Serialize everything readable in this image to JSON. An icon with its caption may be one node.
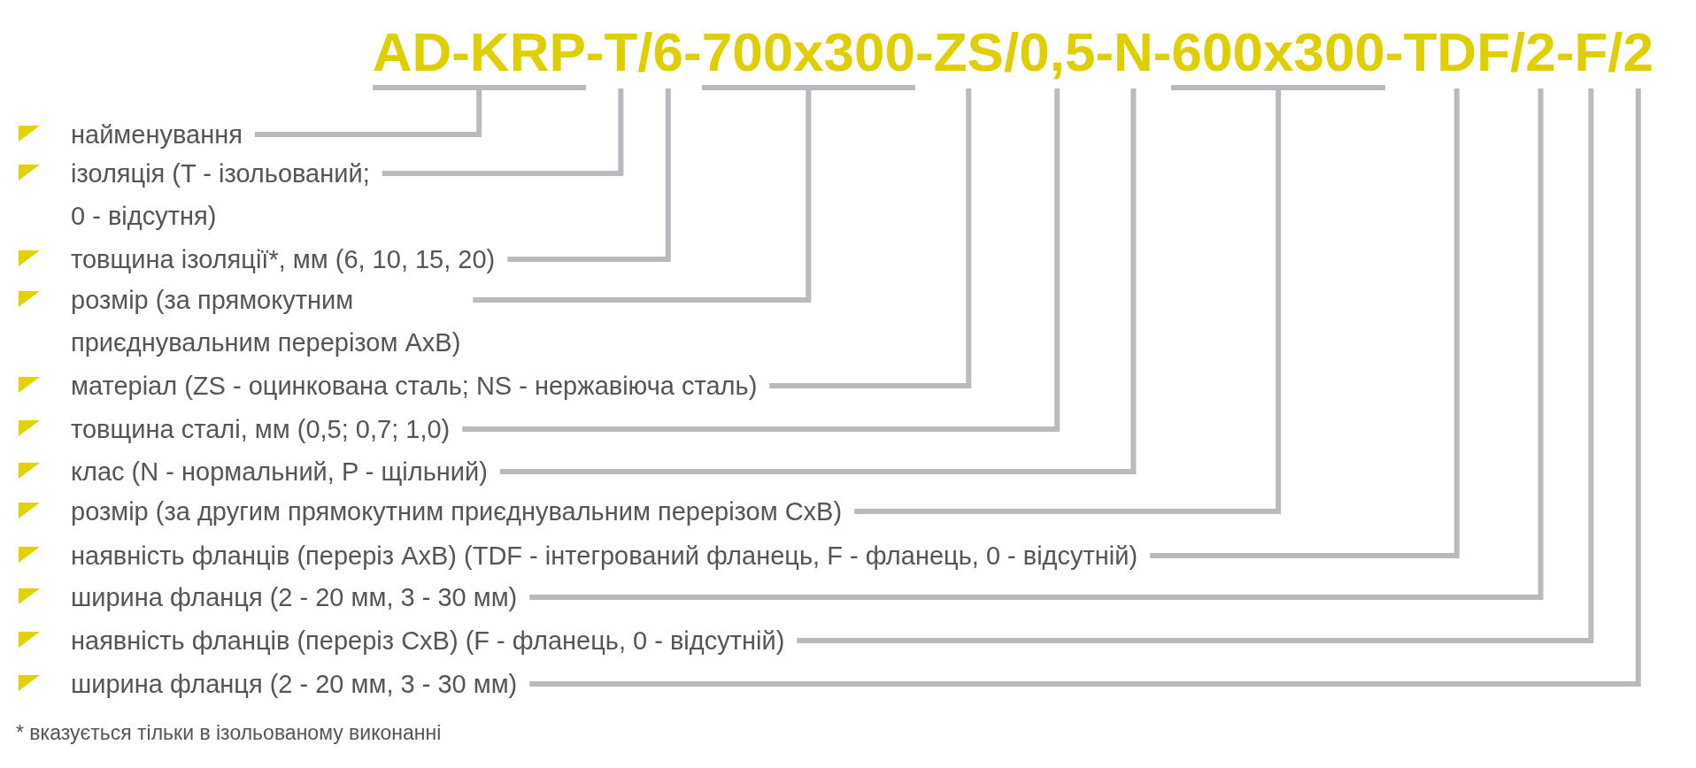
{
  "diagram": {
    "nodes": [
      {
        "text": [
          "AD-KRP"
        ]
      },
      {
        "text": [
          "T"
        ]
      },
      {
        "text": [
          "6"
        ]
      },
      {
        "text": [
          "700x300"
        ]
      },
      {
        "text": [
          "ZS"
        ]
      },
      {
        "text": [
          "0,5"
        ]
      },
      {
        "text": [
          "N"
        ]
      },
      {
        "text": [
          "600x300"
        ]
      },
      {
        "text": [
          "TDF"
        ]
      },
      {
        "text": [
          "2"
        ]
      },
      {
        "text": [
          "F"
        ]
      },
      {
        "text": [
          "2"
        ]
      },
      {
        "text": [
          "найменування"
        ]
      },
      {
        "text": [
          "ізоляція (T - ізольований; 0 - відсутня)"
        ]
      },
      {
        "text": [
          "товщина ізоляції*, мм (6, 10, 15, 20)"
        ]
      },
      {
        "text": [
          "розмір (за прямокутним приєднувальним перерізом АхВ)"
        ]
      },
      {
        "text": [
          "матеріал (ZS - оцинкована сталь; NS - нержавіюча сталь)"
        ]
      },
      {
        "text": [
          "товщина сталі, мм (0,5; 0,7; 1,0)"
        ]
      },
      {
        "text": [
          "клас (N - нормальний, P - щільний)"
        ]
      },
      {
        "text": [
          "розмір (за другим прямокутним приєднувальним перерізом СхВ)"
        ]
      },
      {
        "text": [
          "наявність фланців (переріз АхВ) (TDF - інтегрований фланець, F - фланець, 0 - відсутній)"
        ]
      },
      {
        "text": [
          "ширина фланця (2 - 20 мм, 3 - 30 мм)"
        ]
      },
      {
        "text": [
          "наявність фланців (переріз СхВ) (F - фланець, 0 - відсутній)"
        ]
      },
      {
        "text": [
          "ширина фланця (2 - 20 мм, 3 - 30 мм)"
        ]
      }
    ],
    "edges": [
      {
        "from": 12,
        "to": 0,
        "arrow": "none"
      },
      {
        "from": 13,
        "to": 1,
        "arrow": "none"
      },
      {
        "from": 14,
        "to": 2,
        "arrow": "none"
      },
      {
        "from": 15,
        "to": 3,
        "arrow": "none"
      },
      {
        "from": 16,
        "to": 4,
        "arrow": "none"
      },
      {
        "from": 17,
        "to": 5,
        "arrow": "none"
      },
      {
        "from": 18,
        "to": 6,
        "arrow": "none"
      },
      {
        "from": 19,
        "to": 7,
        "arrow": "none"
      },
      {
        "from": 20,
        "to": 8,
        "arrow": "none"
      },
      {
        "from": 21,
        "to": 9,
        "arrow": "none"
      },
      {
        "from": 22,
        "to": 10,
        "arrow": "none"
      },
      {
        "from": 23,
        "to": 11,
        "arrow": "none"
      }
    ],
    "labels": [
      "-",
      "/",
      "-",
      "-",
      "/",
      "-",
      "-",
      "-",
      "/",
      "-",
      "/",
      "* вказується тільки в ізольованому виконанні"
    ]
  }
}
